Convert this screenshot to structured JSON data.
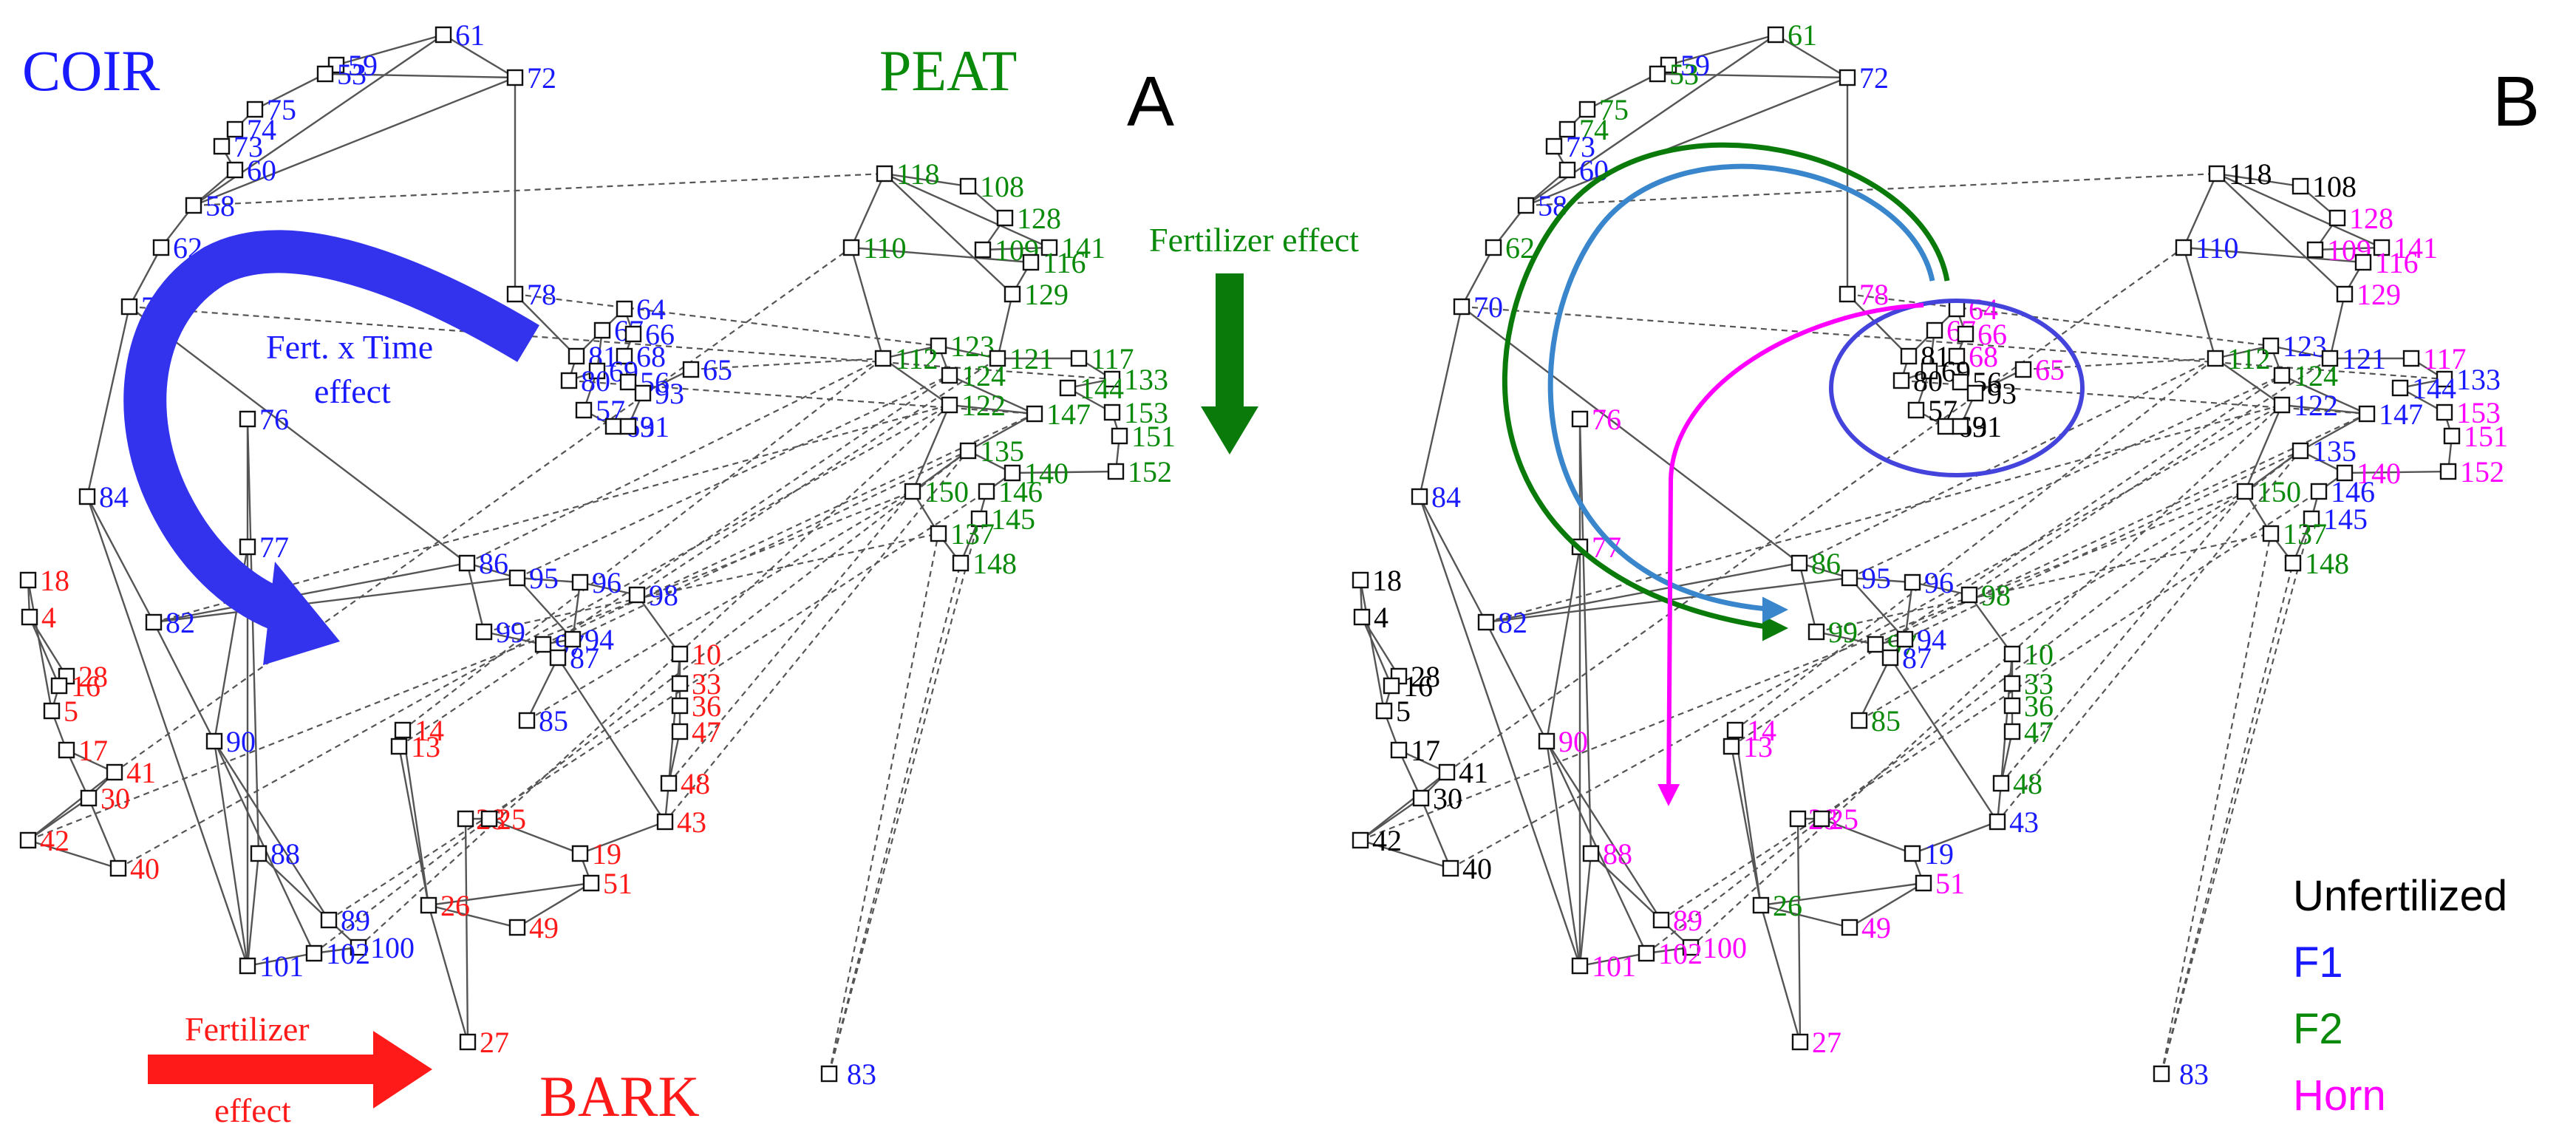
{
  "panels": [
    {
      "letter": "A"
    },
    {
      "letter": "B"
    }
  ],
  "group_labels": {
    "coir": {
      "text": "COIR",
      "color": "#1a1aff"
    },
    "peat": {
      "text": "PEAT",
      "color": "#0a8a0a"
    },
    "bark": {
      "text": "BARK",
      "color": "#ff1a1a"
    }
  },
  "annotations": {
    "fert_time_line1": "Fert. x Time",
    "fert_time_line2": "effect",
    "peat_fertilizer": "Fertilizer effect",
    "bark_fertilizer_line1": "Fertilizer",
    "bark_fertilizer_line2": "effect"
  },
  "legend": [
    {
      "label": "Unfertilized",
      "color": "#000000"
    },
    {
      "label": "F1",
      "color": "#1a1aff"
    },
    {
      "label": "F2",
      "color": "#0a8a0a"
    },
    {
      "label": "Horn",
      "color": "#ff00ff"
    }
  ],
  "colors": {
    "coir": "#1a1aff",
    "peat": "#0a8a0a",
    "bark": "#ff1a1a",
    "unfertilized": "#000000",
    "f1": "#1a1aff",
    "f2": "#0a8a0a",
    "horn": "#ff00ff",
    "edge": "#555555",
    "arrow_blue": "#3333ee",
    "arrow_green": "#0a7a0a",
    "arrow_red": "#ff1a1a",
    "curve_steel": "#3a86cc",
    "circle": "#4444dd"
  },
  "panel_b_color_codes": {
    "k": "#000000",
    "b": "#1a1aff",
    "g": "#0a8a0a",
    "m": "#ff00ff"
  },
  "nodes": [
    {
      "id": "61",
      "group": "coir",
      "b": "g"
    },
    {
      "id": "59",
      "group": "coir",
      "b": "b"
    },
    {
      "id": "53",
      "group": "coir",
      "b": "g"
    },
    {
      "id": "72",
      "group": "coir",
      "b": "b"
    },
    {
      "id": "75",
      "group": "coir",
      "b": "g"
    },
    {
      "id": "74",
      "group": "coir",
      "b": "g"
    },
    {
      "id": "73",
      "group": "coir",
      "b": "b"
    },
    {
      "id": "60",
      "group": "coir",
      "b": "b"
    },
    {
      "id": "58",
      "group": "coir",
      "b": "b"
    },
    {
      "id": "62",
      "group": "coir",
      "b": "g"
    },
    {
      "id": "78",
      "group": "coir",
      "b": "m"
    },
    {
      "id": "70",
      "group": "coir",
      "b": "b"
    },
    {
      "id": "64",
      "group": "coir",
      "b": "m"
    },
    {
      "id": "67",
      "group": "coir",
      "b": "m"
    },
    {
      "id": "66",
      "group": "coir",
      "b": "m"
    },
    {
      "id": "81",
      "group": "coir",
      "b": "k"
    },
    {
      "id": "68",
      "group": "coir",
      "b": "m"
    },
    {
      "id": "69",
      "group": "coir",
      "b": "k"
    },
    {
      "id": "80",
      "group": "coir",
      "b": "k"
    },
    {
      "id": "56",
      "group": "coir",
      "b": "k"
    },
    {
      "id": "65",
      "group": "coir",
      "b": "m"
    },
    {
      "id": "93",
      "group": "coir",
      "b": "k"
    },
    {
      "id": "57",
      "group": "coir",
      "b": "k"
    },
    {
      "id": "63",
      "group": "coir",
      "b": "k"
    },
    {
      "id": "91",
      "group": "coir",
      "b": "k"
    },
    {
      "id": "76",
      "group": "coir",
      "b": "m"
    },
    {
      "id": "84",
      "group": "coir",
      "b": "b"
    },
    {
      "id": "77",
      "group": "coir",
      "b": "m"
    },
    {
      "id": "86",
      "group": "coir",
      "b": "g"
    },
    {
      "id": "95",
      "group": "coir",
      "b": "b"
    },
    {
      "id": "96",
      "group": "coir",
      "b": "b"
    },
    {
      "id": "98",
      "group": "coir",
      "b": "g"
    },
    {
      "id": "82",
      "group": "coir",
      "b": "b"
    },
    {
      "id": "99",
      "group": "coir",
      "b": "g"
    },
    {
      "id": "97",
      "group": "coir",
      "b": "g"
    },
    {
      "id": "94",
      "group": "coir",
      "b": "b"
    },
    {
      "id": "87",
      "group": "coir",
      "b": "b"
    },
    {
      "id": "85",
      "group": "coir",
      "b": "g"
    },
    {
      "id": "90",
      "group": "coir",
      "b": "m"
    },
    {
      "id": "88",
      "group": "coir",
      "b": "m"
    },
    {
      "id": "89",
      "group": "coir",
      "b": "m"
    },
    {
      "id": "100",
      "group": "coir",
      "b": "m"
    },
    {
      "id": "102",
      "group": "coir",
      "b": "m"
    },
    {
      "id": "101",
      "group": "coir",
      "b": "m"
    },
    {
      "id": "83",
      "group": "coir",
      "b": "b"
    },
    {
      "id": "118",
      "group": "peat",
      "b": "k"
    },
    {
      "id": "108",
      "group": "peat",
      "b": "k"
    },
    {
      "id": "128",
      "group": "peat",
      "b": "m"
    },
    {
      "id": "110",
      "group": "peat",
      "b": "b"
    },
    {
      "id": "109",
      "group": "peat",
      "b": "m"
    },
    {
      "id": "141",
      "group": "peat",
      "b": "m"
    },
    {
      "id": "116",
      "group": "peat",
      "b": "m"
    },
    {
      "id": "129",
      "group": "peat",
      "b": "m"
    },
    {
      "id": "123",
      "group": "peat",
      "b": "b"
    },
    {
      "id": "112",
      "group": "peat",
      "b": "g"
    },
    {
      "id": "121",
      "group": "peat",
      "b": "b"
    },
    {
      "id": "117",
      "group": "peat",
      "b": "m"
    },
    {
      "id": "133",
      "group": "peat",
      "b": "b"
    },
    {
      "id": "124",
      "group": "peat",
      "b": "g"
    },
    {
      "id": "144",
      "group": "peat",
      "b": "b"
    },
    {
      "id": "122",
      "group": "peat",
      "b": "b"
    },
    {
      "id": "147",
      "group": "peat",
      "b": "b"
    },
    {
      "id": "153",
      "group": "peat",
      "b": "m"
    },
    {
      "id": "151",
      "group": "peat",
      "b": "m"
    },
    {
      "id": "135",
      "group": "peat",
      "b": "b"
    },
    {
      "id": "140",
      "group": "peat",
      "b": "m"
    },
    {
      "id": "152",
      "group": "peat",
      "b": "m"
    },
    {
      "id": "146",
      "group": "peat",
      "b": "b"
    },
    {
      "id": "150",
      "group": "peat",
      "b": "g"
    },
    {
      "id": "145",
      "group": "peat",
      "b": "b"
    },
    {
      "id": "137",
      "group": "peat",
      "b": "g"
    },
    {
      "id": "148",
      "group": "peat",
      "b": "g"
    },
    {
      "id": "18",
      "group": "bark",
      "b": "k"
    },
    {
      "id": "4",
      "group": "bark",
      "b": "k"
    },
    {
      "id": "28",
      "group": "bark",
      "b": "k"
    },
    {
      "id": "16",
      "group": "bark",
      "b": "k"
    },
    {
      "id": "5",
      "group": "bark",
      "b": "k"
    },
    {
      "id": "17",
      "group": "bark",
      "b": "k"
    },
    {
      "id": "41",
      "group": "bark",
      "b": "k"
    },
    {
      "id": "30",
      "group": "bark",
      "b": "k"
    },
    {
      "id": "42",
      "group": "bark",
      "b": "k"
    },
    {
      "id": "40",
      "group": "bark",
      "b": "k"
    },
    {
      "id": "14",
      "group": "bark",
      "b": "m"
    },
    {
      "id": "13",
      "group": "bark",
      "b": "m"
    },
    {
      "id": "10",
      "group": "bark",
      "b": "g"
    },
    {
      "id": "33",
      "group": "bark",
      "b": "g"
    },
    {
      "id": "36",
      "group": "bark",
      "b": "g"
    },
    {
      "id": "47",
      "group": "bark",
      "b": "g"
    },
    {
      "id": "48",
      "group": "bark",
      "b": "g"
    },
    {
      "id": "43",
      "group": "bark",
      "b": "b"
    },
    {
      "id": "28b",
      "label": "28",
      "group": "bark",
      "b": "m"
    },
    {
      "id": "25",
      "group": "bark",
      "b": "m"
    },
    {
      "id": "19",
      "group": "bark",
      "b": "b"
    },
    {
      "id": "26",
      "group": "bark",
      "b": "g"
    },
    {
      "id": "51",
      "group": "bark",
      "b": "m"
    },
    {
      "id": "49",
      "group": "bark",
      "b": "m"
    },
    {
      "id": "27",
      "group": "bark",
      "b": "m"
    }
  ]
}
